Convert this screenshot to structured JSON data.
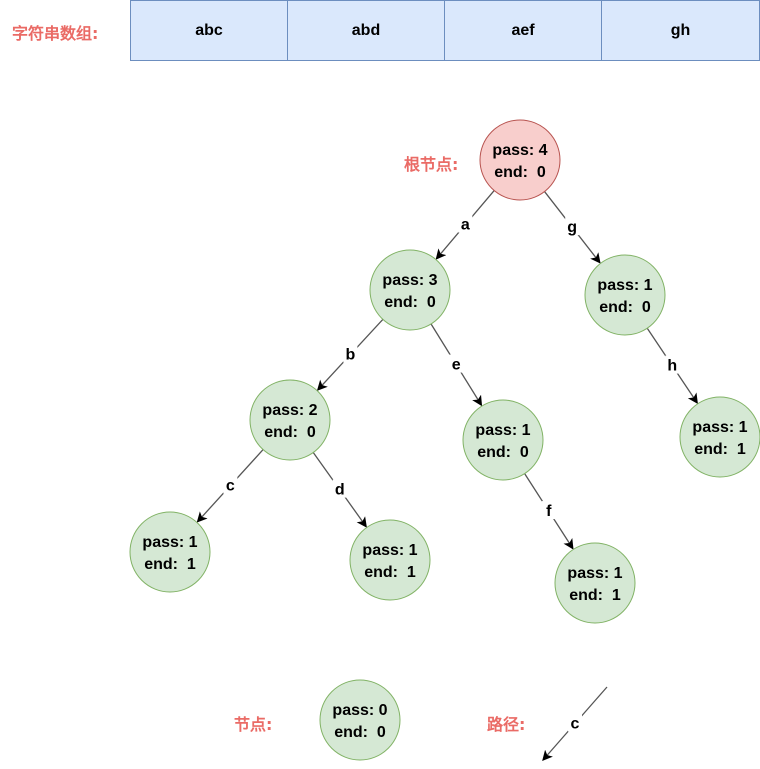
{
  "array_label": "字符串数组:",
  "strings": [
    "abc",
    "abd",
    "aef",
    "gh"
  ],
  "root_label": "根节点:",
  "legend": {
    "node_label": "节点:",
    "path_label": "路径:",
    "node": {
      "pass": "pass: 0",
      "end": "end:  0"
    },
    "path_char": "c"
  },
  "nodes": [
    {
      "id": "root",
      "pass": "pass: 4",
      "end": "end:  0",
      "fill": "#f8cecc",
      "stroke": "#b85450"
    },
    {
      "id": "a",
      "pass": "pass: 3",
      "end": "end:  0"
    },
    {
      "id": "g",
      "pass": "pass: 1",
      "end": "end:  0"
    },
    {
      "id": "ab",
      "pass": "pass: 2",
      "end": "end:  0"
    },
    {
      "id": "ae",
      "pass": "pass: 1",
      "end": "end:  0"
    },
    {
      "id": "gh",
      "pass": "pass: 1",
      "end": "end:  1"
    },
    {
      "id": "abc",
      "pass": "pass: 1",
      "end": "end:  1"
    },
    {
      "id": "abd",
      "pass": "pass: 1",
      "end": "end:  1"
    },
    {
      "id": "aef",
      "pass": "pass: 1",
      "end": "end:  1"
    }
  ],
  "edges": [
    {
      "from": "root",
      "to": "a",
      "char": "a"
    },
    {
      "from": "root",
      "to": "g",
      "char": "g"
    },
    {
      "from": "a",
      "to": "ab",
      "char": "b"
    },
    {
      "from": "a",
      "to": "ae",
      "char": "e"
    },
    {
      "from": "g",
      "to": "gh",
      "char": "h"
    },
    {
      "from": "ab",
      "to": "abc",
      "char": "c"
    },
    {
      "from": "ab",
      "to": "abd",
      "char": "d"
    },
    {
      "from": "ae",
      "to": "aef",
      "char": "f"
    }
  ],
  "colors": {
    "node_fill": "#d5e8d4",
    "node_stroke": "#82b366",
    "label": "#ea6b66"
  }
}
